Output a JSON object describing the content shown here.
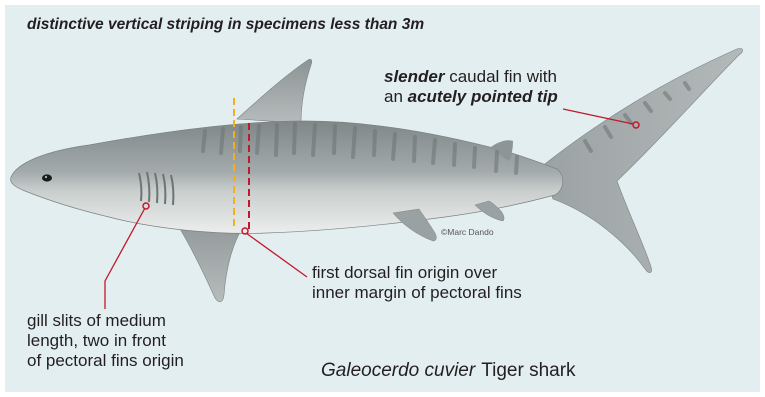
{
  "headline": "distinctive vertical striping in specimens less than 3m",
  "caudal_note": {
    "line1_bold": "slender",
    "line1_rest": " caudal fin with",
    "line2_prefix": "an ",
    "line2_bold": "acutely pointed tip"
  },
  "dorsal_note": {
    "line1": "first dorsal fin origin over",
    "line2": "inner margin of pectoral fins"
  },
  "gill_note": {
    "line1": "gill slits of medium",
    "line2": "length, two in front",
    "line3": "of pectoral fins origin"
  },
  "credit": "©Marc Dando",
  "species": {
    "scientific_name": "Galeocerdo cuvier",
    "common_name": "Tiger shark"
  },
  "colors": {
    "background": "#e3eef1",
    "leader_line": "#c2182b",
    "guide_yellow": "#f2b01e",
    "guide_red": "#c2182b",
    "shark_body": "#9aa2a3",
    "shark_belly": "#e6e9e8",
    "stripes": "#6c7473"
  }
}
